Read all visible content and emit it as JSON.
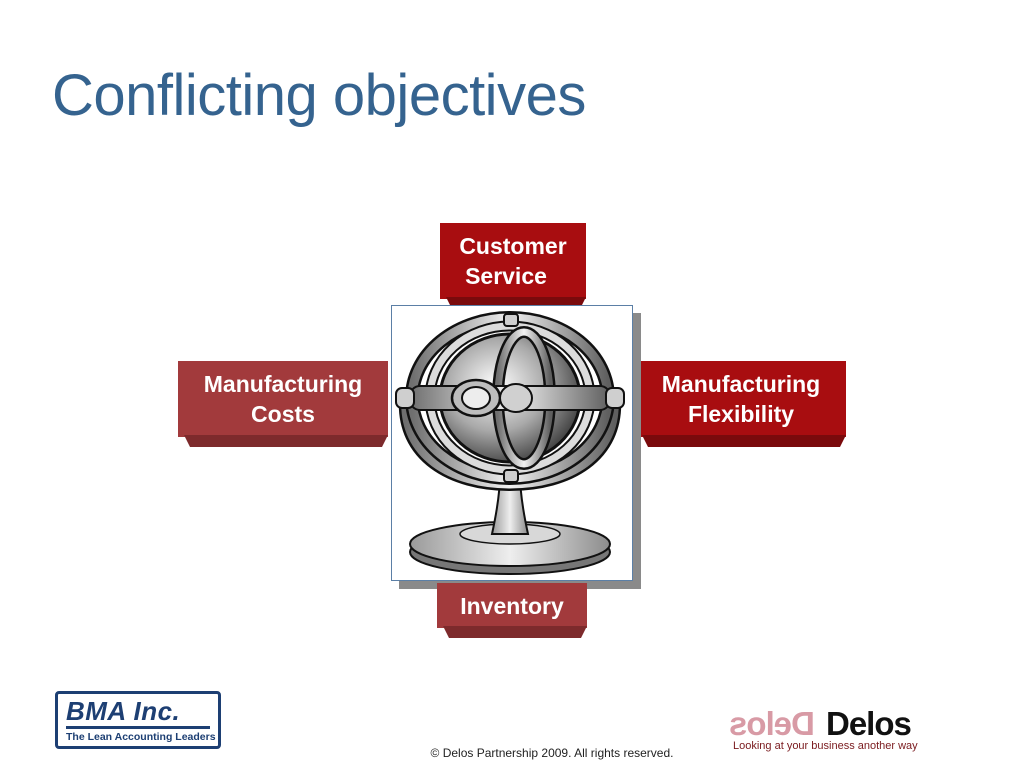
{
  "slide": {
    "title": "Conflicting objectives",
    "boxes": {
      "top": {
        "line1": "Customer",
        "line2": "Service"
      },
      "left": {
        "line1": "Manufacturing",
        "line2": "Costs"
      },
      "right": {
        "line1": "Manufacturing",
        "line2": "Flexibility"
      },
      "bottom": {
        "line1": "Inventory"
      }
    },
    "illustration": {
      "icon": "gyroscope-icon"
    },
    "footer": "© Delos Partnership 2009.  All rights reserved."
  },
  "logos": {
    "bma": {
      "name": "BMA Inc.",
      "tagline": "The Lean Accounting Leaders"
    },
    "delos": {
      "name": "Delos",
      "tagline": "Looking at your business another way"
    }
  },
  "colors": {
    "title": "#35638f",
    "box_dark": "#a80d10",
    "box_muted": "#a23a3c",
    "frame_border": "#5b7fa6"
  }
}
